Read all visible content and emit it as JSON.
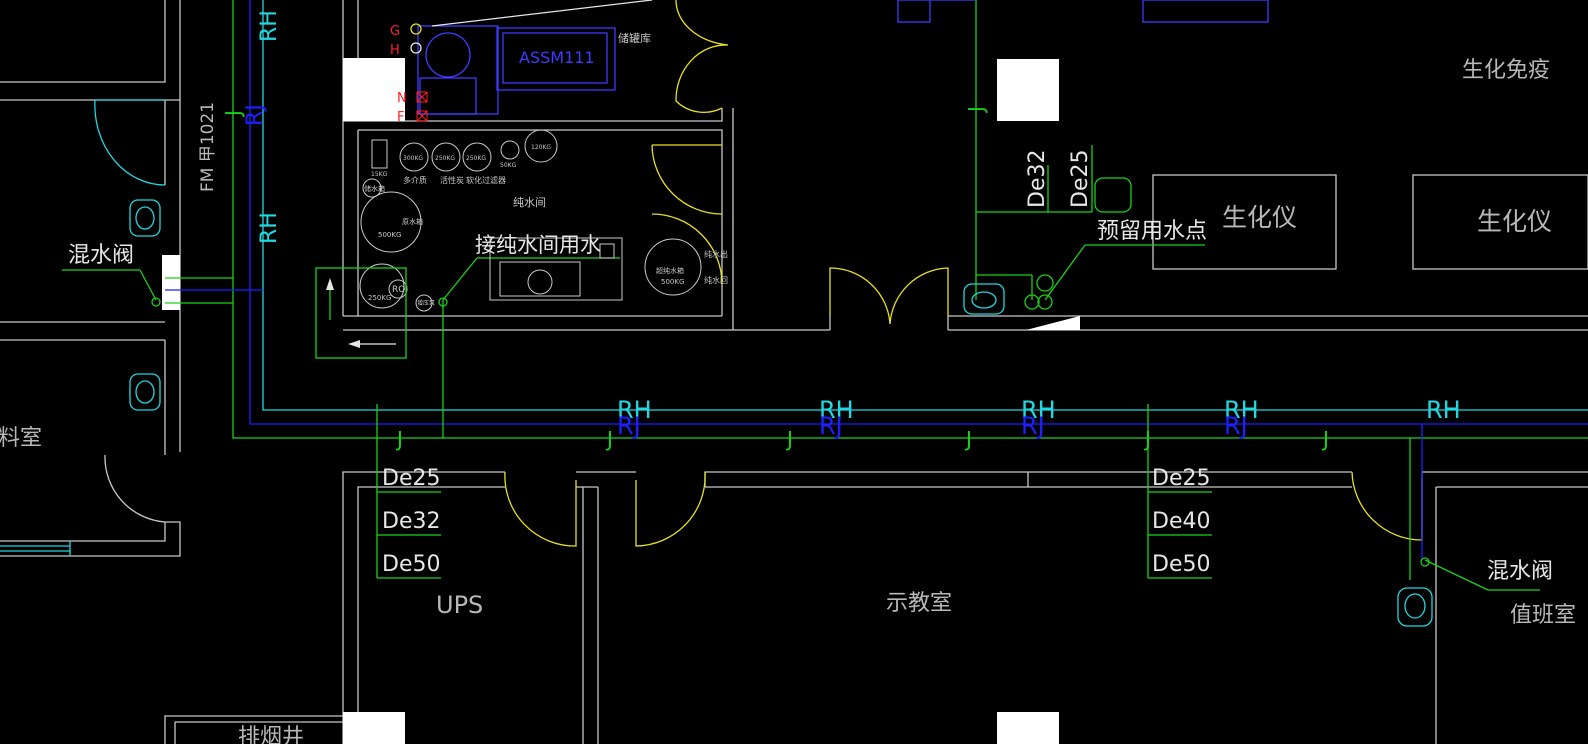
{
  "drawing": {
    "colors": {
      "background": "#000000",
      "wall": "#c8c8c8",
      "pipe_green": "#19d219",
      "pipe_blue": "#1e1eff",
      "rh_cyan": "#20d8e0",
      "door_yellow": "#e8e020",
      "equipment_blue": "#3c3cff",
      "marker_red": "#ff2020",
      "text_white": "#e6e6e6",
      "text_gray": "#b8b8b8"
    },
    "room_labels": {
      "biochem_immune": "生化免疫",
      "analyzer_1": "生化仪",
      "analyzer_2": "生化仪",
      "ups": "UPS",
      "teaching": "示教室",
      "duty": "值班室",
      "material_partial": "料室",
      "exhaust_partial": "排烟井",
      "pure_water_room": "纯水间",
      "tank_room": "储罐库"
    },
    "annotations": {
      "mixing_valve_left": "混水阀",
      "mixing_valve_right": "混水阀",
      "pure_water_connect": "接纯水间用水",
      "reserved_water_point": "预留用水点",
      "door_code": "FM 甲1021",
      "equipment_code": "ASSM111"
    },
    "pipe_labels": {
      "rh": "RH",
      "rj": "RJ",
      "j": "J"
    },
    "diameter_labels": {
      "left_group": [
        "De25",
        "De32",
        "De50"
      ],
      "right_group": [
        "De25",
        "De40",
        "De50"
      ],
      "vertical_pair": [
        "De32",
        "De25"
      ]
    },
    "small_equipment_labels": {
      "tank_300": "300KG",
      "tank_250a": "250KG",
      "tank_250b": "250KG",
      "tank_120": "120KG",
      "tank_15": "15KG",
      "tank_50": "50KG",
      "tank_500": "500KG",
      "tank_250c": "250KG",
      "tank_500b": "500KG",
      "ro": "RO",
      "multi_media": "多介质",
      "activated_carbon": "活性炭",
      "softener": "软化过滤器",
      "storage": "储水箱",
      "raw_water": "原水箱",
      "pure_water_tank": "超纯水箱",
      "booster": "增压泵",
      "pure_out": "纯水出",
      "pure_in": "纯水回"
    },
    "markers": {
      "g": "G",
      "h": "H",
      "n": "N",
      "f": "F"
    }
  }
}
